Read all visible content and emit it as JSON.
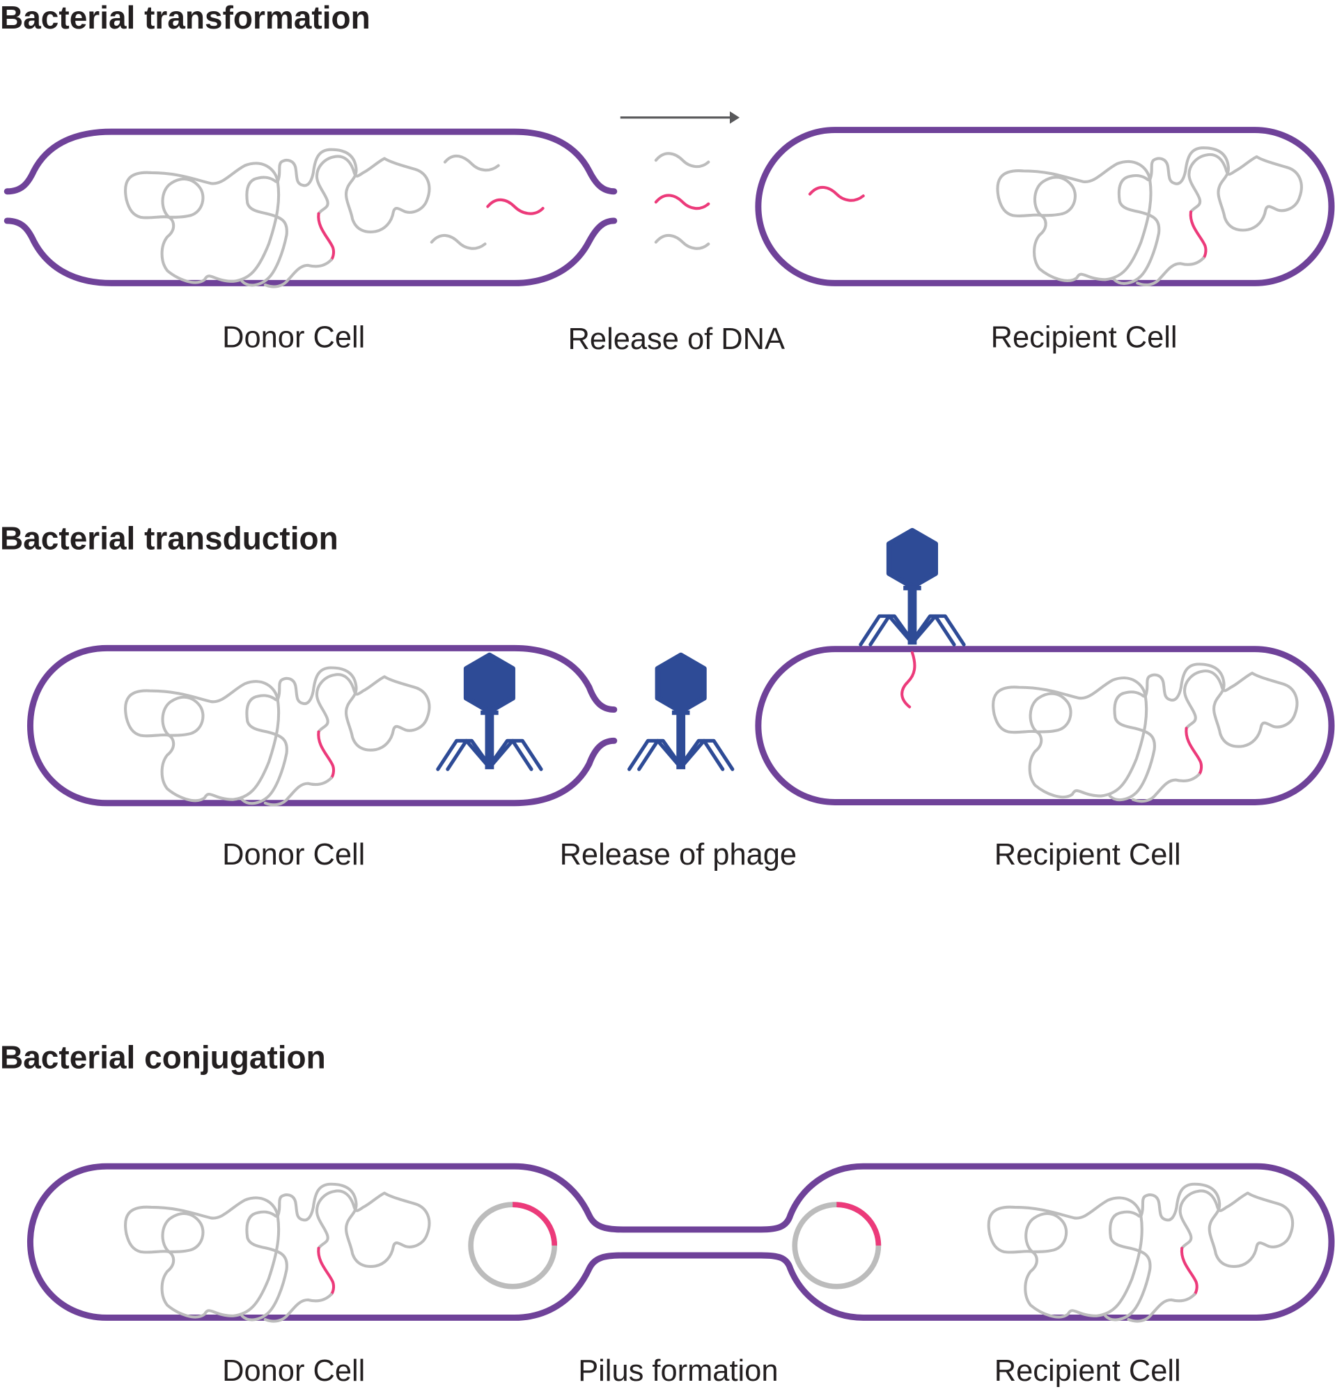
{
  "colors": {
    "membrane": "#6f4299",
    "chromosome": "#bcbcbc",
    "highlight_dna": "#ec3a7a",
    "phage": "#2e4b96",
    "arrow": "#58585a",
    "text": "#231f20"
  },
  "sections": [
    {
      "title": "Bacterial transformation",
      "labels": {
        "left": "Donor Cell",
        "middle": "Release of DNA",
        "right": "Recipient Cell"
      }
    },
    {
      "title": "Bacterial transduction",
      "labels": {
        "left": "Donor Cell",
        "middle": "Release of phage",
        "right": "Recipient Cell"
      }
    },
    {
      "title": "Bacterial conjugation",
      "labels": {
        "left": "Donor Cell",
        "middle": "Pilus formation",
        "right": "Recipient Cell"
      }
    }
  ],
  "icons": {
    "direction_arrow": "arrow-right-icon",
    "phage": "bacteriophage-icon",
    "plasmid": "plasmid-ring-icon",
    "chromosome": "chromosome-tangle-icon"
  }
}
